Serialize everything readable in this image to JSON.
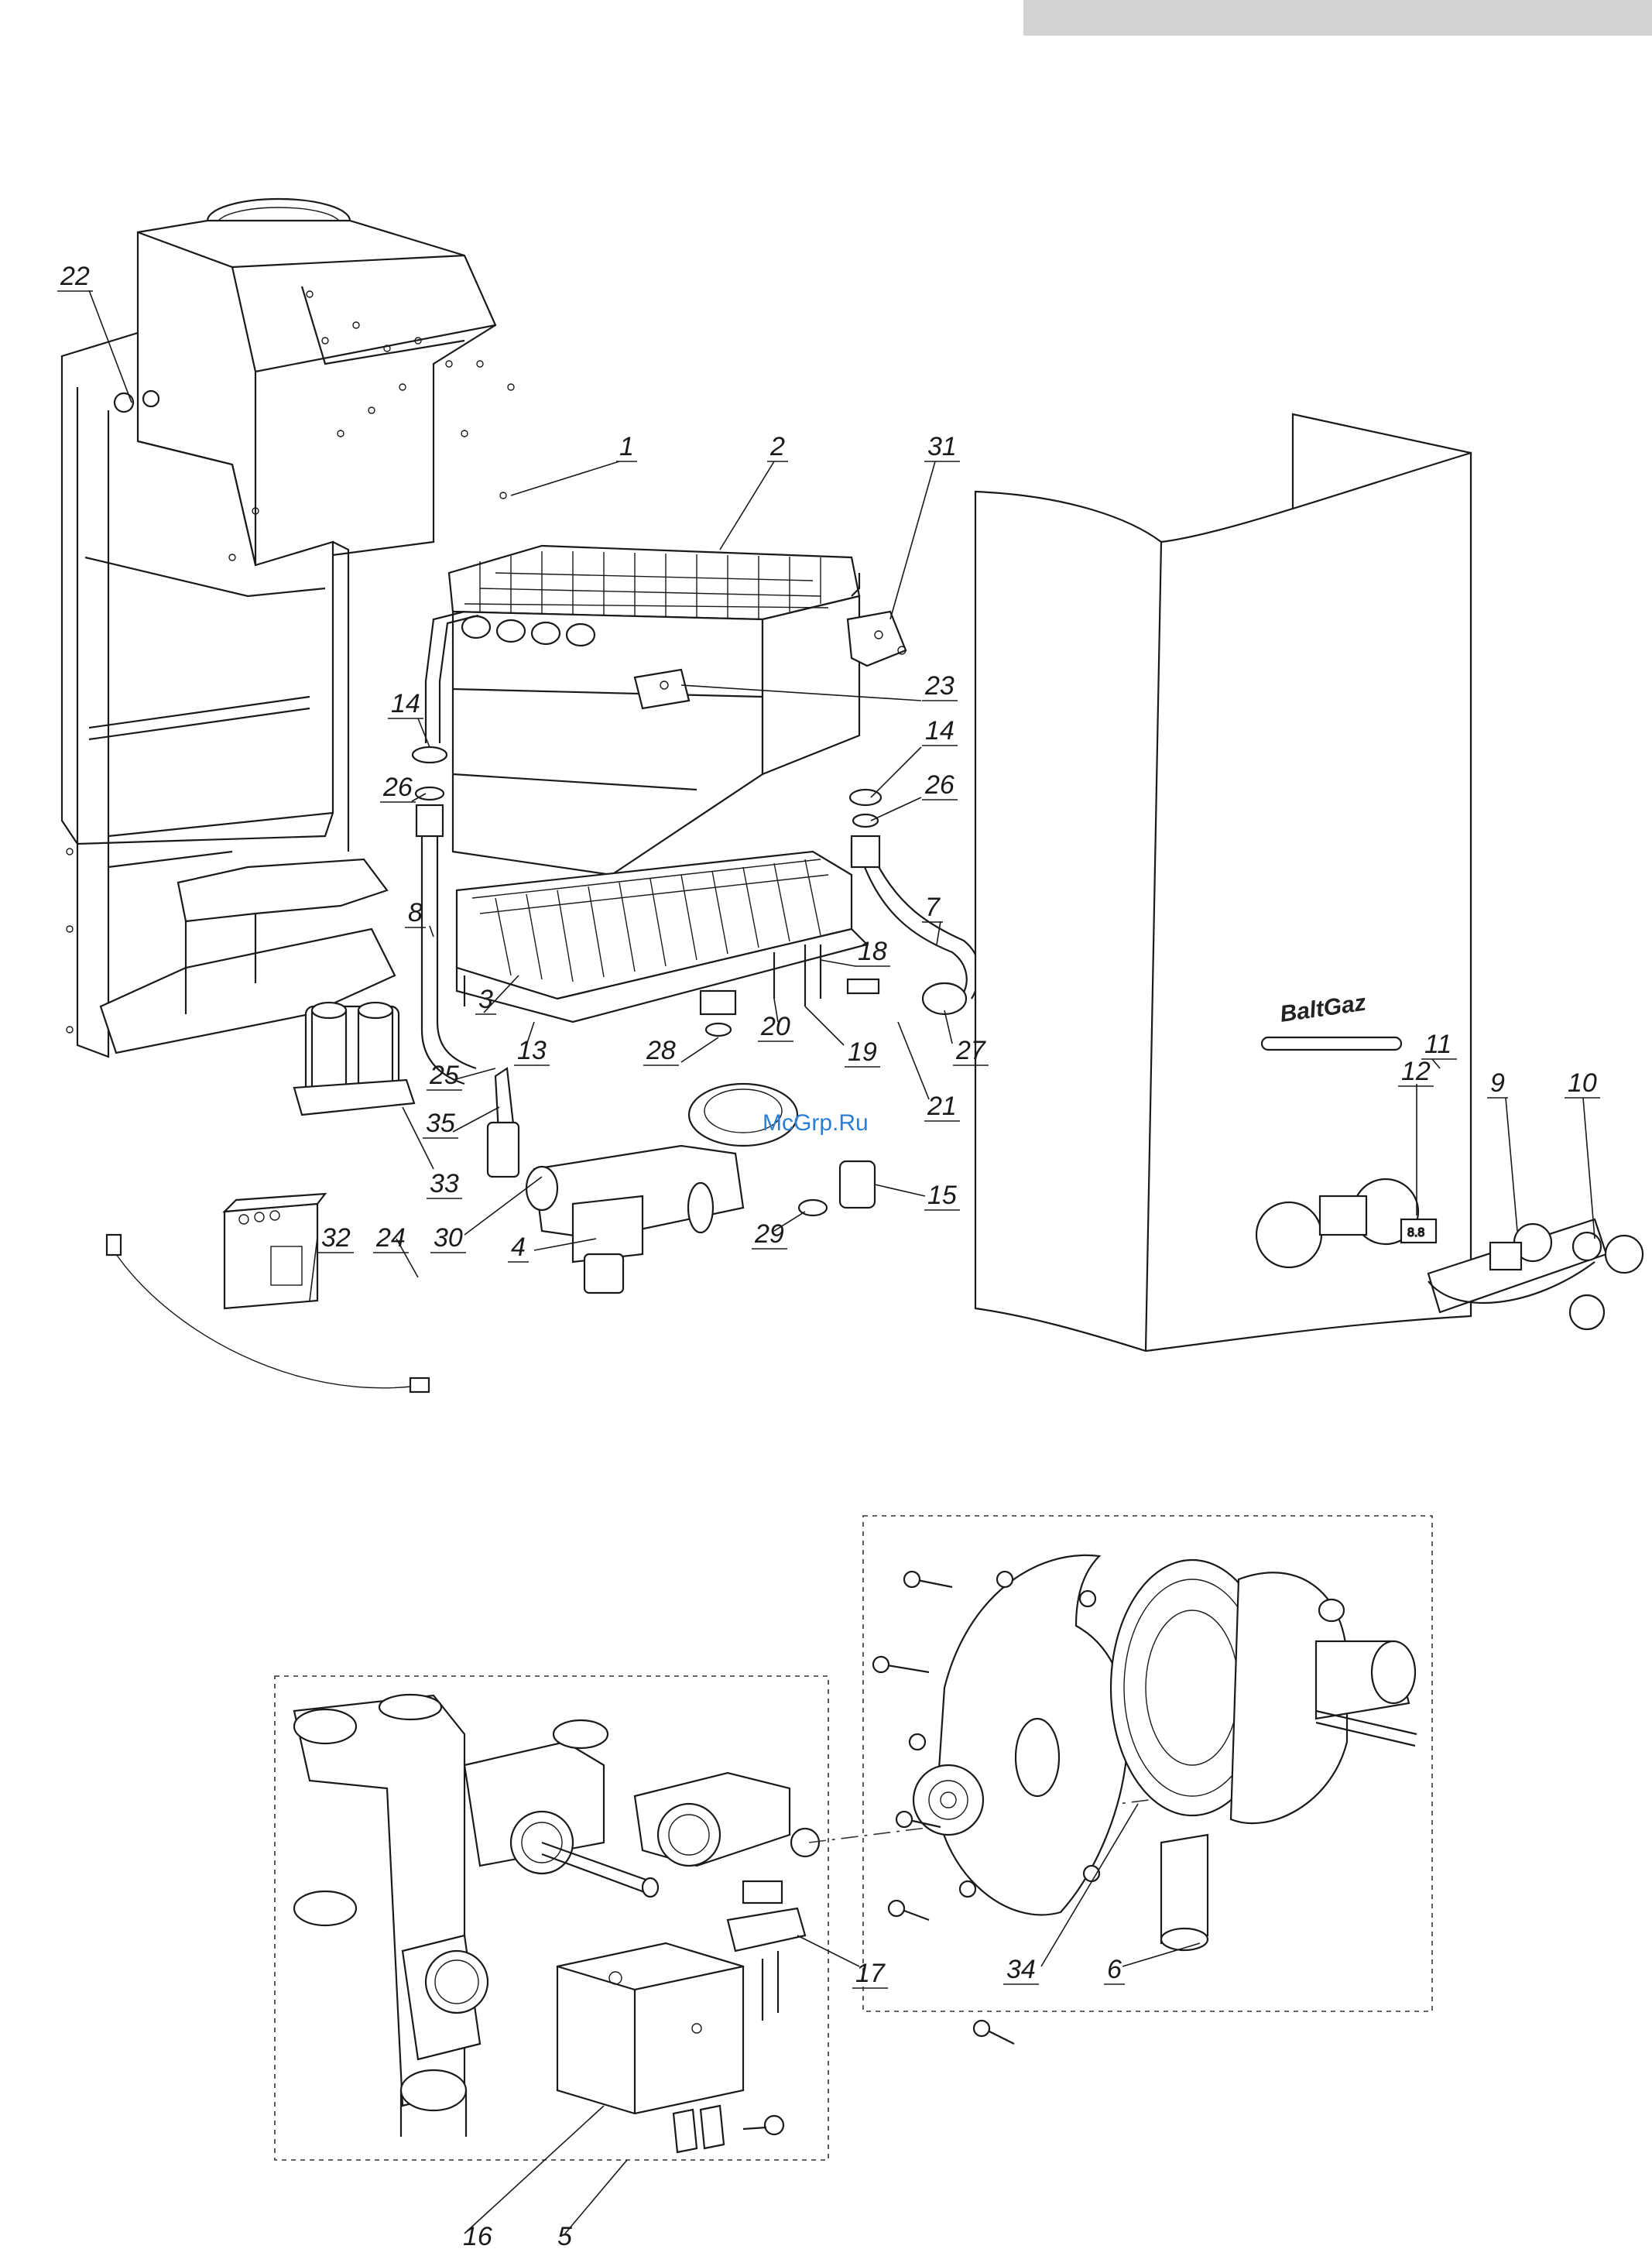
{
  "diagram": {
    "callouts_main": [
      "22",
      "1",
      "2",
      "31",
      "23",
      "14",
      "26",
      "14",
      "26",
      "8",
      "7",
      "3",
      "13",
      "28",
      "20",
      "18",
      "19",
      "21",
      "27",
      "25",
      "35",
      "33",
      "15",
      "29",
      "30",
      "4",
      "32",
      "24",
      "11",
      "12",
      "9",
      "10"
    ],
    "callouts_detail": [
      "17",
      "34",
      "6",
      "16",
      "5"
    ],
    "brand_label": "BaltGaz",
    "watermark": "McGrp.Ru"
  }
}
